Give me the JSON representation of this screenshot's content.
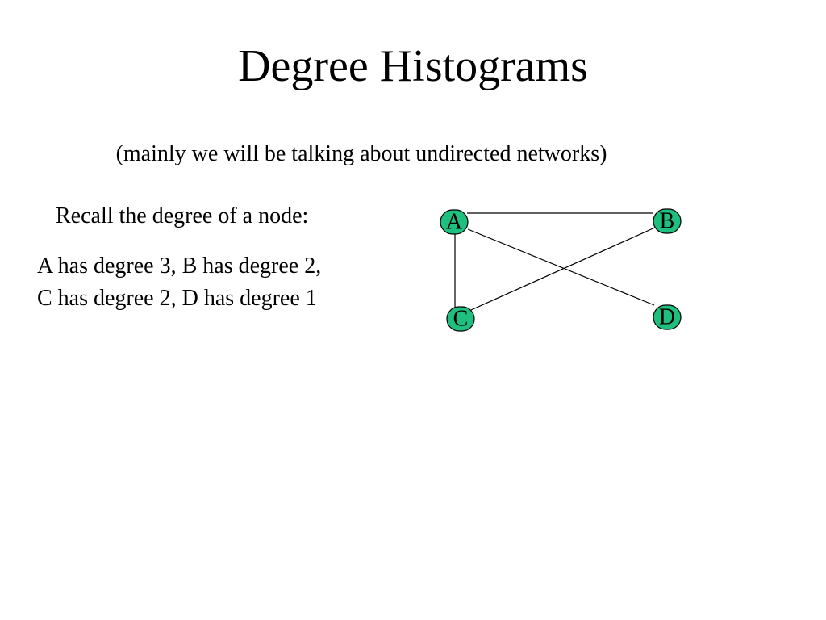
{
  "slide": {
    "title": "Degree Histograms",
    "subtitle": "(mainly we will be talking about undirected networks)",
    "recall": "Recall the degree of a node:",
    "degree_lines": [
      "A has degree 3, B has degree 2,",
      "C has degree 2, D has degree 1"
    ]
  },
  "graph": {
    "node_color": "#1fbf7f",
    "nodes": [
      {
        "id": "A",
        "label": "A"
      },
      {
        "id": "B",
        "label": "B"
      },
      {
        "id": "C",
        "label": "C"
      },
      {
        "id": "D",
        "label": "D"
      }
    ],
    "edges": [
      [
        "A",
        "B"
      ],
      [
        "A",
        "C"
      ],
      [
        "A",
        "D"
      ],
      [
        "B",
        "C"
      ]
    ]
  }
}
